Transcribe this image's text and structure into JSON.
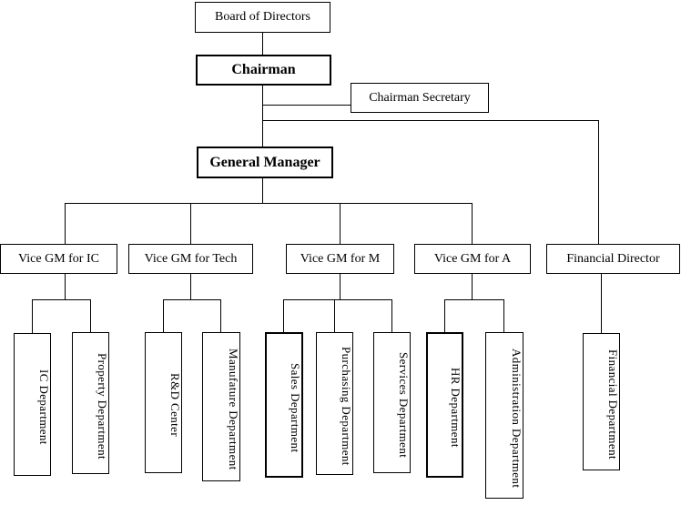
{
  "chart": {
    "title": "Organizational Structure Chart",
    "type": "org-chart",
    "background_color": "#ffffff",
    "line_color": "#000000",
    "text_color": "#000000"
  },
  "nodes": {
    "board": {
      "label": "Board of Directors",
      "level": 1
    },
    "chairman": {
      "label": "Chairman",
      "level": 2
    },
    "chairman_secretary": {
      "label": "Chairman Secretary",
      "level": 2
    },
    "general_manager": {
      "label": "General Manager",
      "level": 3
    },
    "vice_gm_ic": {
      "label": "Vice GM for IC",
      "level": 4
    },
    "vice_gm_tech": {
      "label": "Vice GM for Tech",
      "level": 4
    },
    "vice_gm_m": {
      "label": "Vice GM for M",
      "level": 4
    },
    "vice_gm_a": {
      "label": "Vice GM for A",
      "level": 4
    },
    "financial_director": {
      "label": "Financial Director",
      "level": 4
    },
    "ic_department": {
      "label": "IC Department",
      "level": 5
    },
    "property_department": {
      "label": "Property Department",
      "level": 5
    },
    "rd_center": {
      "label": "R&D Center",
      "level": 5
    },
    "manufature_department": {
      "label": "Manufature Department",
      "level": 5
    },
    "sales_department": {
      "label": "Sales Department",
      "level": 5
    },
    "purchasing_department": {
      "label": "Purchasing Department",
      "level": 5
    },
    "services_department": {
      "label": "Services Department",
      "level": 5
    },
    "hr_department": {
      "label": "HR Department",
      "level": 5
    },
    "administration_department": {
      "label": "Administration Department",
      "level": 5
    },
    "financial_department": {
      "label": "Financial Department",
      "level": 5
    }
  },
  "relationships": [
    {
      "parent": "board",
      "child": "chairman"
    },
    {
      "parent": "chairman",
      "child": "chairman_secretary"
    },
    {
      "parent": "chairman",
      "child": "general_manager"
    },
    {
      "parent": "chairman",
      "child": "financial_director"
    },
    {
      "parent": "general_manager",
      "child": "vice_gm_ic"
    },
    {
      "parent": "general_manager",
      "child": "vice_gm_tech"
    },
    {
      "parent": "general_manager",
      "child": "vice_gm_m"
    },
    {
      "parent": "general_manager",
      "child": "vice_gm_a"
    },
    {
      "parent": "vice_gm_ic",
      "child": "ic_department"
    },
    {
      "parent": "vice_gm_ic",
      "child": "property_department"
    },
    {
      "parent": "vice_gm_tech",
      "child": "rd_center"
    },
    {
      "parent": "vice_gm_tech",
      "child": "manufature_department"
    },
    {
      "parent": "vice_gm_m",
      "child": "sales_department"
    },
    {
      "parent": "vice_gm_m",
      "child": "purchasing_department"
    },
    {
      "parent": "vice_gm_m",
      "child": "services_department"
    },
    {
      "parent": "vice_gm_a",
      "child": "hr_department"
    },
    {
      "parent": "vice_gm_a",
      "child": "administration_department"
    },
    {
      "parent": "financial_director",
      "child": "financial_department"
    }
  ]
}
